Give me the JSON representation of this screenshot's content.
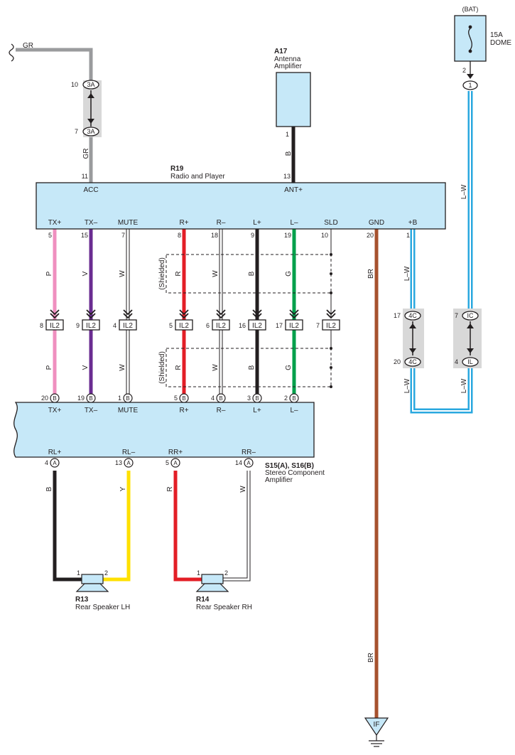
{
  "components": {
    "radio": {
      "ref": "R19",
      "name": "Radio and Player"
    },
    "antenna": {
      "ref": "A17",
      "name1": "Antenna",
      "name2": "Amplifier"
    },
    "amplifier": {
      "ref": "S15(A), S16(B)",
      "name1": "Stereo Component",
      "name2": "Amplifier"
    },
    "speaker_lh": {
      "ref": "R13",
      "name": "Rear Speaker LH"
    },
    "speaker_rh": {
      "ref": "R14",
      "name": "Rear Speaker RH"
    },
    "fuse": {
      "supply": "(BAT)",
      "rating": "15A",
      "name": "DOME"
    },
    "ground": {
      "label": "IF"
    }
  },
  "radio_pins": {
    "acc": {
      "label": "ACC",
      "pin": "11"
    },
    "ant": {
      "label": "ANT+",
      "pin": "13"
    },
    "bottom": [
      {
        "label": "TX+",
        "pin": "5"
      },
      {
        "label": "TX–",
        "pin": "15"
      },
      {
        "label": "MUTE",
        "pin": "7"
      },
      {
        "label": "R+",
        "pin": "8"
      },
      {
        "label": "R–",
        "pin": "18"
      },
      {
        "label": "L+",
        "pin": "9"
      },
      {
        "label": "L–",
        "pin": "19"
      },
      {
        "label": "SLD",
        "pin": "10"
      },
      {
        "label": "GND",
        "pin": "20"
      },
      {
        "label": "+B",
        "pin": "1"
      }
    ]
  },
  "amp_pins": {
    "top": [
      {
        "label": "TX+",
        "pin": "20",
        "conn": "B"
      },
      {
        "label": "TX–",
        "pin": "19",
        "conn": "B"
      },
      {
        "label": "MUTE",
        "pin": "1",
        "conn": "B"
      },
      {
        "label": "R+",
        "pin": "5",
        "conn": "B"
      },
      {
        "label": "R–",
        "pin": "4",
        "conn": "B"
      },
      {
        "label": "L+",
        "pin": "3",
        "conn": "B"
      },
      {
        "label": "L–",
        "pin": "2",
        "conn": "B"
      }
    ],
    "bottom": [
      {
        "label": "RL+",
        "pin": "4",
        "conn": "A"
      },
      {
        "label": "RL–",
        "pin": "13",
        "conn": "A"
      },
      {
        "label": "RR+",
        "pin": "5",
        "conn": "A"
      },
      {
        "label": "RR–",
        "pin": "14",
        "conn": "A"
      }
    ]
  },
  "il2_connectors": [
    {
      "pin": "8",
      "code": "IL2"
    },
    {
      "pin": "9",
      "code": "IL2"
    },
    {
      "pin": "4",
      "code": "IL2"
    },
    {
      "pin": "5",
      "code": "IL2"
    },
    {
      "pin": "6",
      "code": "IL2"
    },
    {
      "pin": "16",
      "code": "IL2"
    },
    {
      "pin": "17",
      "code": "IL2"
    },
    {
      "pin": "7",
      "code": "IL2"
    }
  ],
  "junctions": {
    "acc_top": {
      "pin": "10",
      "code": "3A"
    },
    "acc_bottom": {
      "pin": "7",
      "code": "3A"
    },
    "b_top": {
      "pin": "17",
      "code": "4C"
    },
    "b_bottom": {
      "pin": "20",
      "code": "4C"
    },
    "dome_top": {
      "pin": "7",
      "code": "IC"
    },
    "dome_bottom": {
      "pin": "4",
      "code": "IL"
    },
    "fuse_out": {
      "pin": "2",
      "code": "1"
    },
    "antenna_pin": "1"
  },
  "speaker_pins": {
    "p1": "1",
    "p2": "2"
  },
  "shielded_label": "(Shielded)",
  "wire_colors": {
    "GR": "#9a9b9d",
    "B": "#231f20",
    "P": "#ef8fbf",
    "V": "#6a2c91",
    "W": "#ffffff",
    "R": "#e31e26",
    "G": "#00a04b",
    "BR": "#a6512e",
    "L-W": "#2aa8df",
    "Y": "#ffe000"
  },
  "wire_labels": {
    "gr_top": "GR",
    "gr_mid": "GR",
    "ant_b": "B",
    "p": "P",
    "v": "V",
    "w": "W",
    "r": "R",
    "w2": "W",
    "b": "B",
    "g": "G",
    "br": "BR",
    "lw": "L–W",
    "y": "Y"
  }
}
